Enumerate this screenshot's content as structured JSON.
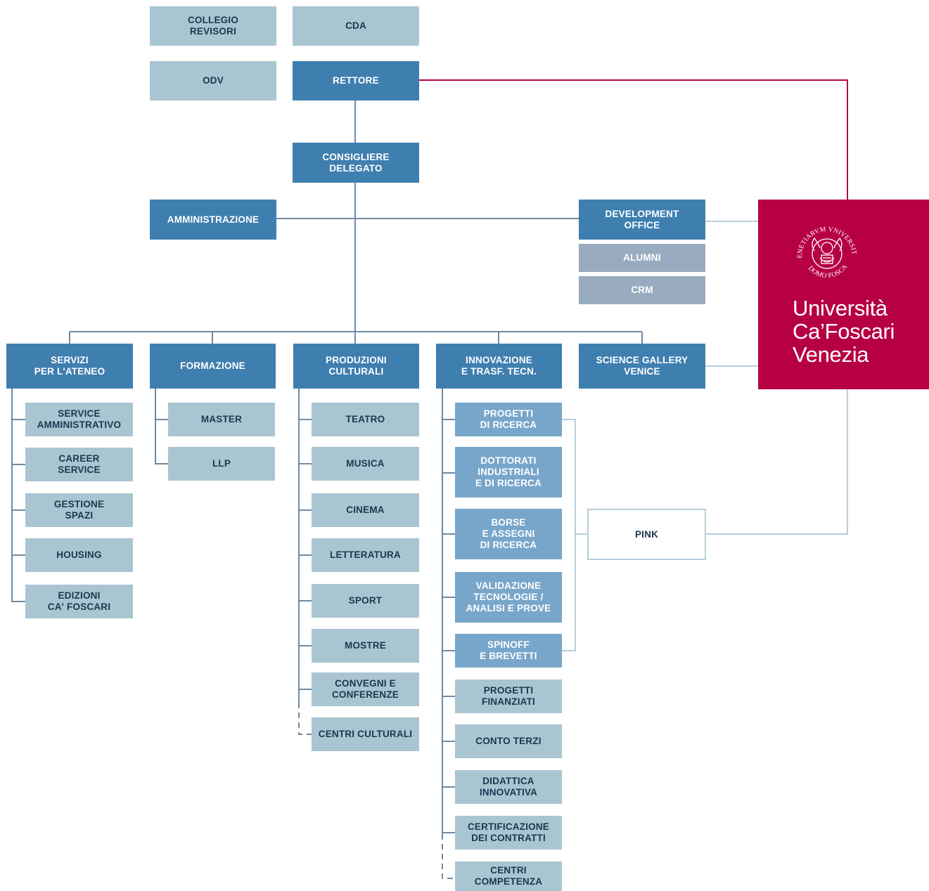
{
  "colors": {
    "light_box": "#a9c5d1",
    "dark_box": "#3f7fb0",
    "mid_box": "#78a6cb",
    "grey_box": "#98abbf",
    "connector": "#6f8aa2",
    "light_connector": "#b5ced9",
    "rector_link": "#b70043",
    "logo_panel": "#b70043"
  },
  "top": {
    "collegio_revisori": "COLLEGIO\nREVISORI",
    "cda": "CDA",
    "odv": "ODV",
    "rettore": "RETTORE",
    "consigliere_delegato": "CONSIGLIERE\nDELEGATO",
    "amministrazione": "AMMINISTRAZIONE"
  },
  "development": {
    "title": "DEVELOPMENT\nOFFICE",
    "items": [
      "ALUMNI",
      "CRM"
    ]
  },
  "logo": {
    "seal_text_top": "VENETIARVM VNIVERSITAS",
    "seal_text_bottom": "IN DOMO FOSCARI",
    "name_lines": [
      "Università",
      "Ca’Foscari",
      "Venezia"
    ]
  },
  "areas": {
    "servizi": {
      "title": "SERVIZI\nPER L'ATENEO",
      "items": [
        "SERVICE\nAMMINISTRATIVO",
        "CAREER\nSERVICE",
        "GESTIONE\nSPAZI",
        "HOUSING",
        "EDIZIONI\nCA' FOSCARI"
      ]
    },
    "formazione": {
      "title": "FORMAZIONE",
      "items": [
        "MASTER",
        "LLP"
      ]
    },
    "produzioni": {
      "title": "PRODUZIONI\nCULTURALI",
      "items": [
        "TEATRO",
        "MUSICA",
        "CINEMA",
        "LETTERATURA",
        "SPORT",
        "MOSTRE",
        "CONVEGNI E\nCONFERENZE",
        "CENTRI CULTURALI"
      ]
    },
    "innovazione": {
      "title": "INNOVAZIONE\nE TRASF. TECN.",
      "items": [
        "PROGETTI\nDI RICERCA",
        "DOTTORATI\nINDUSTRIALI\nE DI RICERCA",
        "BORSE\nE ASSEGNI\nDI RICERCA",
        "VALIDAZIONE\nTECNOLOGIE /\nANALISI E PROVE",
        "SPINOFF\nE BREVETTI",
        "PROGETTI\nFINANZIATI",
        "CONTO TERZI",
        "DIDATTICA\nINNOVATIVA",
        "CERTIFICAZIONE\nDEI CONTRATTI",
        "CENTRI\nCOMPETENZA"
      ]
    },
    "science_gallery": {
      "title": "SCIENCE GALLERY\nVENICE"
    }
  },
  "pink": "PINK"
}
